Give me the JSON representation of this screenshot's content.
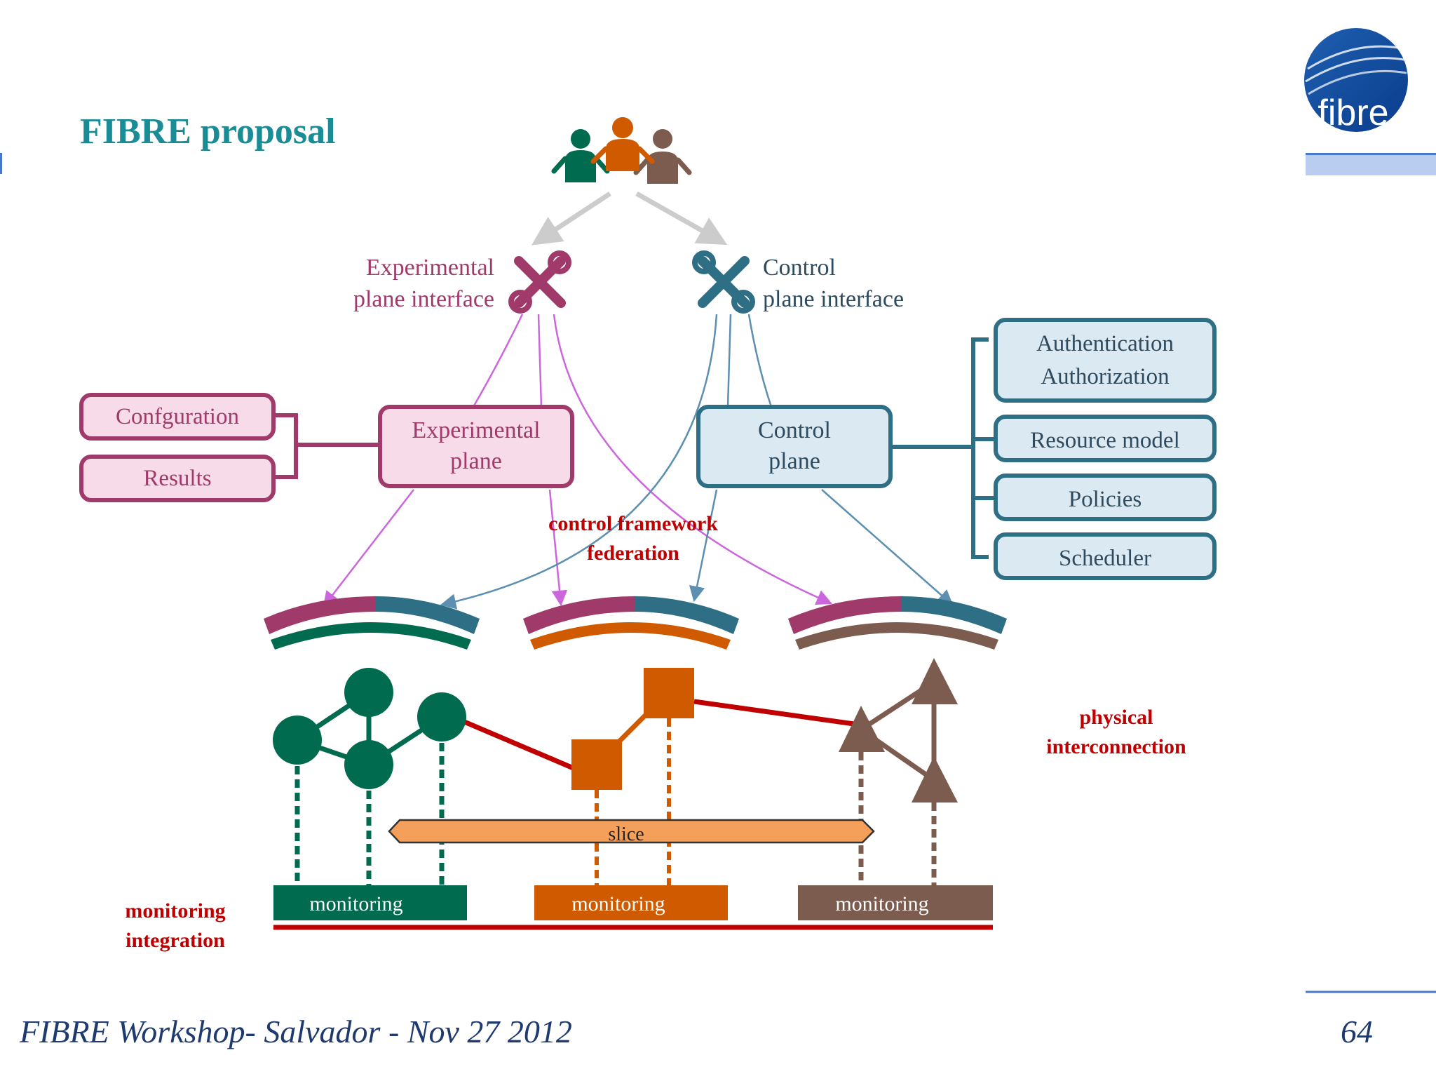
{
  "slide": {
    "title": "FIBRE proposal",
    "logo_text": "fibre",
    "footer_left": "FIBRE Workshop- Salvador - Nov 27 2012",
    "page_number": "64"
  },
  "interfaces": {
    "experimental": {
      "line1": "Experimental",
      "line2": "plane interface"
    },
    "control": {
      "line1": "Control",
      "line2": "plane interface"
    }
  },
  "planes": {
    "experimental": {
      "line1": "Experimental",
      "line2": "plane"
    },
    "control": {
      "line1": "Control",
      "line2": "plane"
    }
  },
  "experimental_side_boxes": [
    "Confguration",
    "Results"
  ],
  "control_side_boxes": [
    {
      "line1": "Authentication",
      "line2": "Authorization"
    },
    {
      "line1": "Resource model",
      "line2": ""
    },
    {
      "line1": "Policies",
      "line2": ""
    },
    {
      "line1": "Scheduler",
      "line2": ""
    }
  ],
  "labels": {
    "federation_line1": "control framework",
    "federation_line2": "federation",
    "physical_line1": "physical",
    "physical_line2": "interconnection",
    "monitoring_integration_line1": "monitoring",
    "monitoring_integration_line2": "integration",
    "slice": "slice",
    "monitoring": [
      "monitoring",
      "monitoring",
      "monitoring"
    ]
  },
  "icons": {
    "users": "people-group-icon",
    "exp_interface": "tools-icon",
    "ctrl_interface": "tools-icon"
  },
  "colors": {
    "title": "#1a8c96",
    "exp": "#a03a6a",
    "exp_fill": "#f7dbe8",
    "ctrl": "#2e6f85",
    "ctrl_fill": "#dbeaf2",
    "green": "#006b4e",
    "orange": "#d05a00",
    "brown": "#7d5c50",
    "red": "#c00000",
    "slice": "#f5a05a"
  }
}
